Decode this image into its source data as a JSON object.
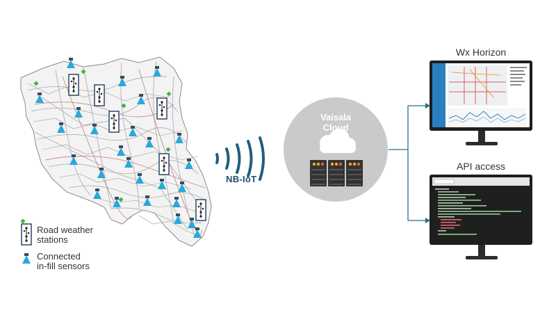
{
  "legend": {
    "station_line1": "Road weather",
    "station_line2": "stations",
    "sensor_line1": "Connected",
    "sensor_line2": "in-fill sensors"
  },
  "connection": {
    "label": "NB-IoT"
  },
  "cloud": {
    "title": "Vaisala Cloud"
  },
  "outputs": {
    "dashboard_title": "Wx Horizon",
    "api_title": "API access"
  },
  "colors": {
    "sensor": "#29a8de",
    "station_outline": "#1b3a5a",
    "accent_teal": "#1f6f8b",
    "cloud_circle": "#c8c8c8",
    "led_yellow": "#f5a623",
    "led_orange": "#e8612c",
    "map_region": "#f0f0f0"
  }
}
